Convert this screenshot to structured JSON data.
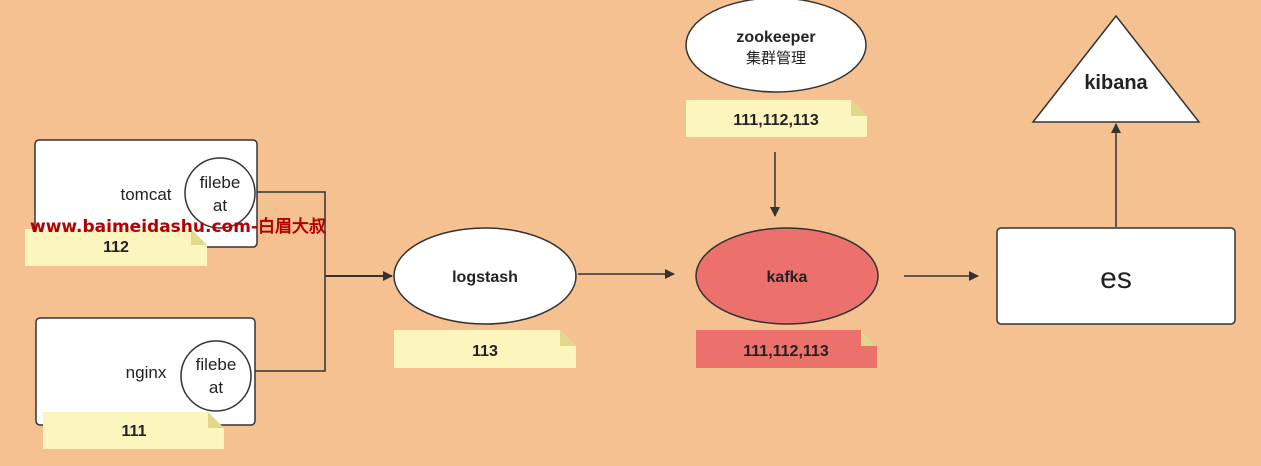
{
  "colors": {
    "background": "#f6c190",
    "note": "#fdf5be",
    "note_fold": "#e2d78c",
    "kafka_fill": "#ec716d",
    "stroke": "#333333",
    "watermark": "#b30000"
  },
  "nodes": {
    "tomcat": {
      "label": "tomcat"
    },
    "tomcat_filebeat": {
      "line1": "filebe",
      "line2": "at"
    },
    "tomcat_note": {
      "label": "112"
    },
    "nginx": {
      "label": "nginx"
    },
    "nginx_filebeat": {
      "line1": "filebe",
      "line2": "at"
    },
    "nginx_note": {
      "label": "111"
    },
    "logstash": {
      "label": "logstash"
    },
    "logstash_note": {
      "label": "113"
    },
    "zookeeper": {
      "line1": "zookeeper",
      "line2": "集群管理"
    },
    "zookeeper_note": {
      "label": "111,112,113"
    },
    "kafka": {
      "label": "kafka"
    },
    "kafka_note": {
      "label": "111,112,113"
    },
    "es": {
      "label": "es"
    },
    "kibana": {
      "label": "kibana"
    }
  },
  "watermark": {
    "text": "www.baimeidashu.com-白眉大叔"
  }
}
